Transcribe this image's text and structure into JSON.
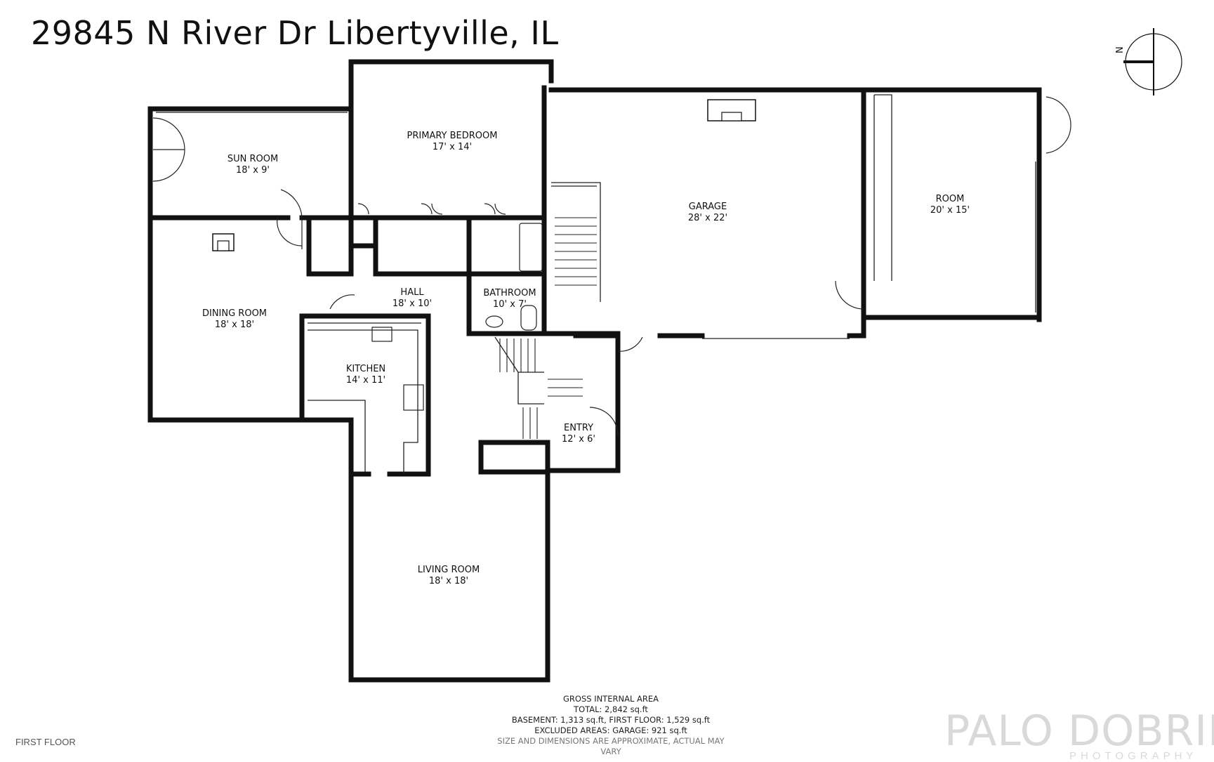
{
  "title": "29845 N River Dr Libertyville, IL",
  "compass_label": "N",
  "rooms": [
    {
      "name": "SUN ROOM",
      "dim": "18' x 9'"
    },
    {
      "name": "PRIMARY BEDROOM",
      "dim": "17' x 14'"
    },
    {
      "name": "GARAGE",
      "dim": "28' x 22'"
    },
    {
      "name": "ROOM",
      "dim": "20' x 15'"
    },
    {
      "name": "DINING ROOM",
      "dim": "18' x 18'"
    },
    {
      "name": "HALL",
      "dim": "18' x 10'"
    },
    {
      "name": "BATHROOM",
      "dim": "10' x 7'"
    },
    {
      "name": "KITCHEN",
      "dim": "14' x 11'"
    },
    {
      "name": "ENTRY",
      "dim": "12' x 6'"
    },
    {
      "name": "LIVING ROOM",
      "dim": "18' x 18'"
    }
  ],
  "floor_label": "FIRST FLOOR",
  "area": {
    "heading": "GROSS INTERNAL AREA",
    "total": "TOTAL: 2,842 sq.ft",
    "breakdown": "BASEMENT: 1,313 sq.ft, FIRST FLOOR: 1,529 sq.ft",
    "excluded": "EXCLUDED AREAS: GARAGE: 921 sq.ft",
    "disclaimer": "SIZE AND DIMENSIONS ARE APPROXIMATE, ACTUAL MAY VARY"
  },
  "brand": {
    "name": "PALO DOBRIK",
    "sub": "PHOTOGRAPHY",
    "color": "#d9d9d9"
  },
  "colors": {
    "wall": "#111111",
    "line": "#222222",
    "background": "#ffffff"
  }
}
